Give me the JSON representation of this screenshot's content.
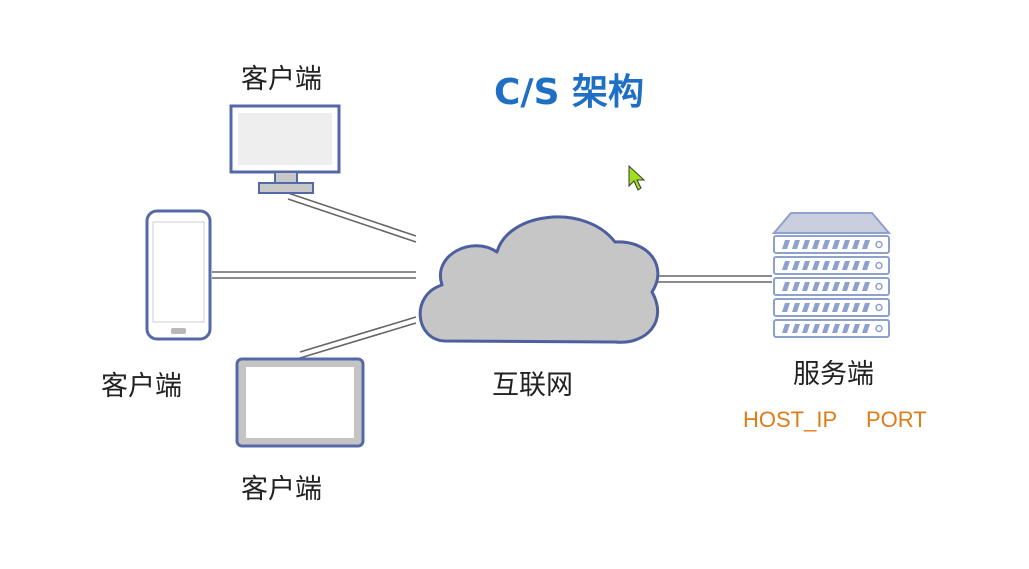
{
  "diagram": {
    "title": "C/S 架构",
    "internet_label": "互联网",
    "clients": [
      {
        "kind": "desktop",
        "label": "客户端"
      },
      {
        "kind": "phone",
        "label": "客户端"
      },
      {
        "kind": "tablet",
        "label": "客户端"
      }
    ],
    "server": {
      "label": "服务端",
      "host_ip": "HOST_IP",
      "port": "PORT"
    }
  },
  "colors": {
    "title": "#1f6fc5",
    "server_params": "#e07b19",
    "device_outline": "#5568a8",
    "cloud_fill": "#c6c6c6",
    "cloud_outline": "#4d5f9e",
    "server_stripe": "#8ea0cc",
    "link_line": "#666666"
  },
  "icons": [
    "desktop-monitor-icon",
    "smartphone-icon",
    "tablet-icon",
    "cloud-icon",
    "server-rack-icon",
    "mouse-cursor-icon"
  ]
}
